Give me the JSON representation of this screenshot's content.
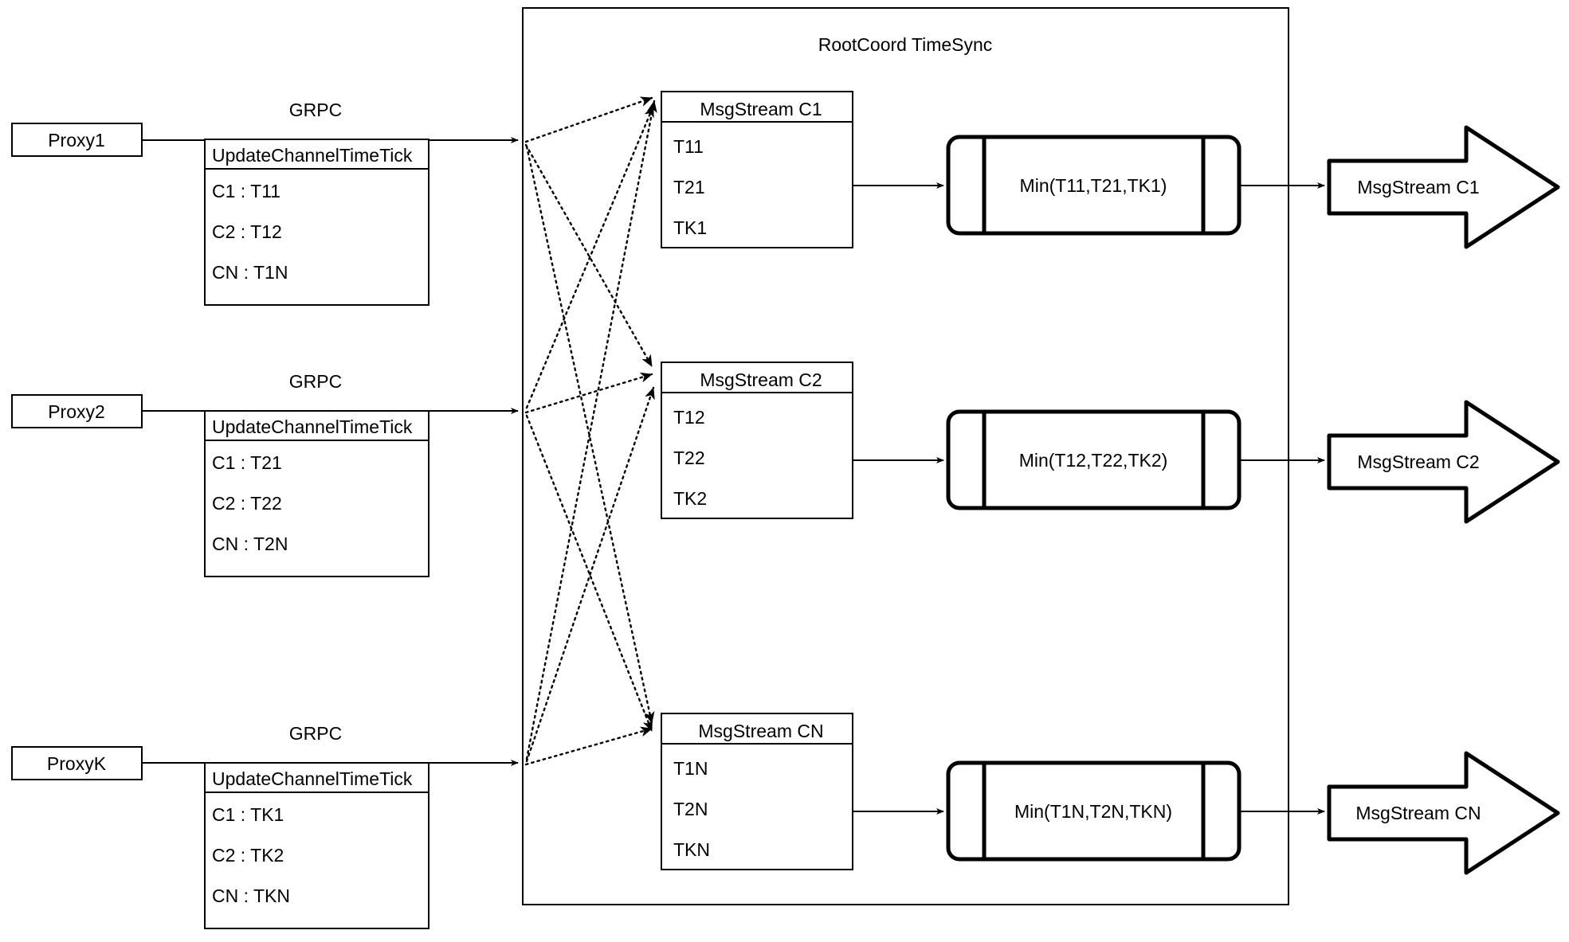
{
  "diagram": {
    "container": {
      "title": "RootCoord TimeSync"
    },
    "proxies": [
      {
        "name": "Proxy1",
        "link_label": "GRPC",
        "request": {
          "title": "UpdateChannelTimeTick",
          "rows": [
            "C1 :  T11",
            "C2 :  T12",
            "CN : T1N"
          ]
        }
      },
      {
        "name": "Proxy2",
        "link_label": "GRPC",
        "request": {
          "title": "UpdateChannelTimeTick",
          "rows": [
            "C1 :  T21",
            "C2 :  T22",
            "CN : T2N"
          ]
        }
      },
      {
        "name": "ProxyK",
        "link_label": "GRPC",
        "request": {
          "title": "UpdateChannelTimeTick",
          "rows": [
            "C1 :  TK1",
            "C2 :  TK2",
            "CN : TKN"
          ]
        }
      }
    ],
    "channels": [
      {
        "stream": {
          "title": "MsgStream C1",
          "rows": [
            "T11",
            "T21",
            "TK1"
          ]
        },
        "min_label": "Min(T11,T21,TK1)",
        "output_label": "MsgStream C1"
      },
      {
        "stream": {
          "title": "MsgStream C2",
          "rows": [
            "T12",
            "T22",
            "TK2"
          ]
        },
        "min_label": "Min(T12,T22,TK2)",
        "output_label": "MsgStream C2"
      },
      {
        "stream": {
          "title": "MsgStream CN",
          "rows": [
            "T1N",
            "T2N",
            "TKN"
          ]
        },
        "min_label": "Min(T1N,T2N,TKN)",
        "output_label": "MsgStream CN"
      }
    ],
    "colors": {
      "stroke": "#000000",
      "background": "#ffffff"
    }
  }
}
